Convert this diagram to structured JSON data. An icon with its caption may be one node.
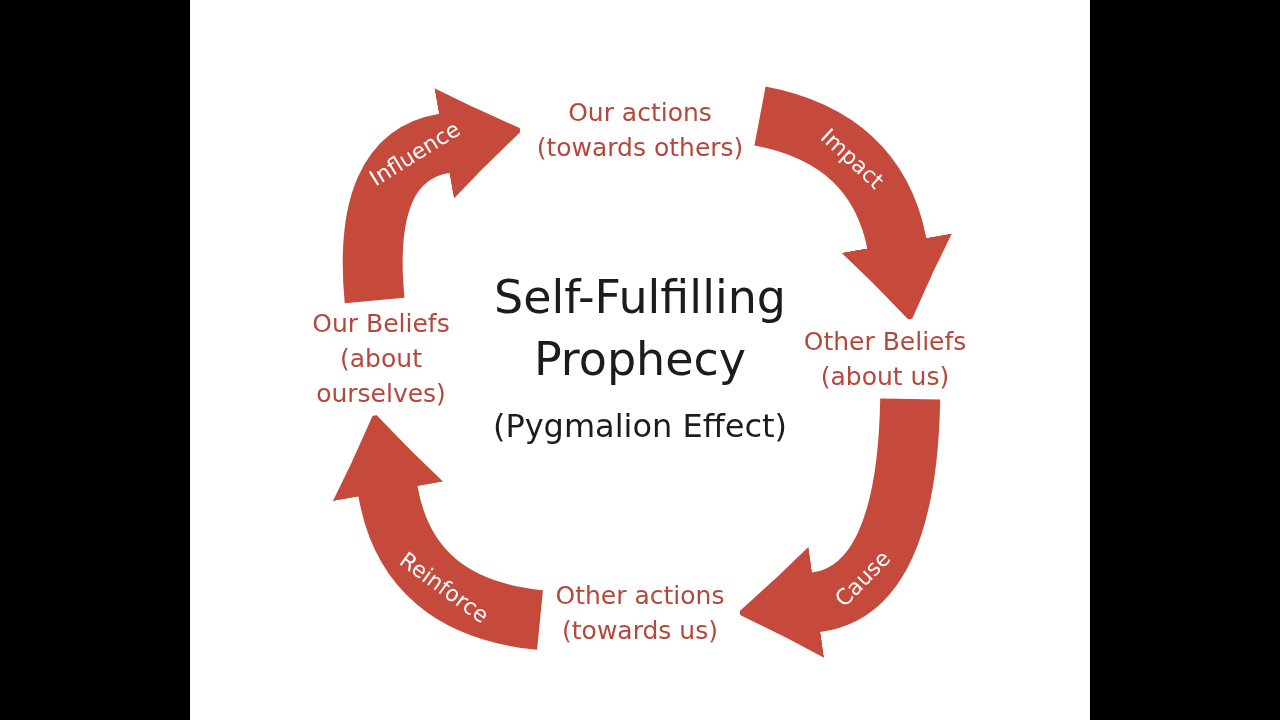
{
  "diagram": {
    "title": "Self-Fulfilling Prophecy",
    "nodes": [
      {
        "text": [
          "Our actions (towards others)"
        ]
      },
      {
        "text": [
          "Our Beliefs (about ourselves)"
        ]
      },
      {
        "text": [
          "Other Beliefs (about us)"
        ]
      },
      {
        "text": [
          "Other actions (towards us)"
        ]
      }
    ],
    "edges": [
      {
        "from": 1,
        "to": 0,
        "arrow": "to",
        "label": "Influence"
      },
      {
        "from": 0,
        "to": 2,
        "arrow": "to",
        "label": "Impact"
      },
      {
        "from": 2,
        "to": 3,
        "arrow": "to",
        "label": "Cause"
      },
      {
        "from": 3,
        "to": 1,
        "arrow": "to",
        "label": "Reinforce"
      }
    ],
    "labels": [
      "(Pygmalion Effect)"
    ]
  }
}
